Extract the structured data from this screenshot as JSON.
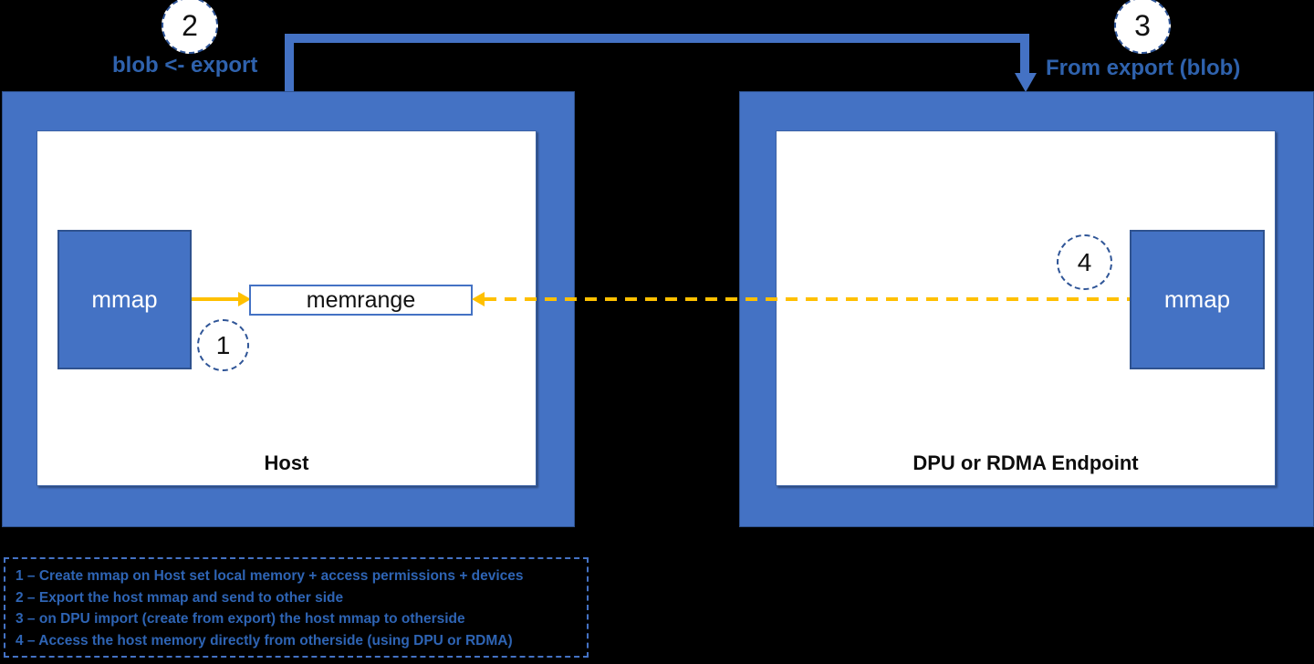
{
  "colors": {
    "background": "#000000",
    "box_blue": "#4472C4",
    "box_border_dark": "#2F528F",
    "gold": "#FFC000",
    "callout_text_blue": "#2F62AD",
    "legend_text_blue": "#2E64B4",
    "circle_border_blue": "#2F5597"
  },
  "steps": {
    "s1": {
      "number": "1"
    },
    "s2": {
      "number": "2",
      "label": "blob <- export"
    },
    "s3": {
      "number": "3",
      "label": "From export (blob)"
    },
    "s4": {
      "number": "4"
    }
  },
  "host": {
    "title": "Host",
    "mmap": "mmap",
    "memrange": "memrange"
  },
  "dpu": {
    "title": "DPU or RDMA Endpoint",
    "mmap": "mmap"
  },
  "legend": {
    "items": [
      "1 – Create mmap on Host set local memory + access permissions + devices",
      "2 – Export the host mmap and send to other side",
      "3 – on DPU import (create from export) the host mmap to otherside",
      "4 – Access the host memory directly from otherside (using DPU or RDMA)"
    ]
  }
}
